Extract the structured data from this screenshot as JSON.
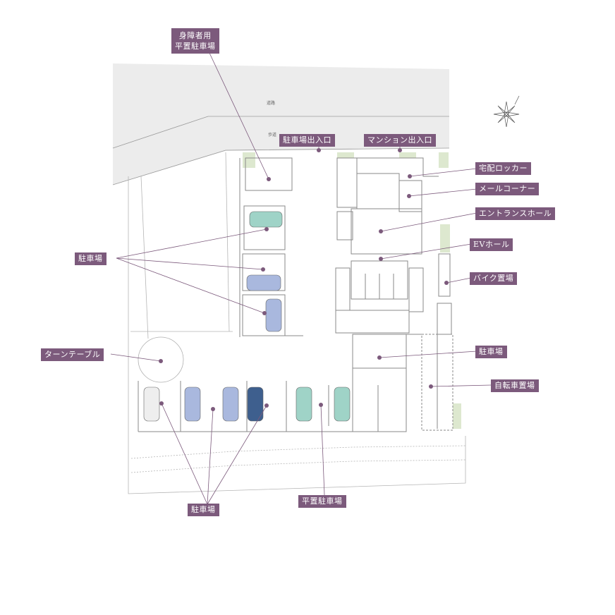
{
  "labels": {
    "accessible_parking_line1": "身障者用",
    "accessible_parking_line2": "平置駐車場",
    "parking_entrance": "駐車場出入口",
    "mansion_entrance": "マンション出入口",
    "delivery_locker": "宅配ロッカー",
    "mail_corner": "メールコーナー",
    "entrance_hall": "エントランスホール",
    "ev_hall": "EVホール",
    "bike_parking": "バイク置場",
    "parking_left": "駐車場",
    "parking_right": "駐車場",
    "turntable": "ターンテーブル",
    "bicycle_parking": "自転車置場",
    "parking_bottom": "駐車場",
    "flat_parking": "平置駐車場"
  },
  "road_labels": {
    "road": "道路",
    "sidewalk": "歩道"
  },
  "colors": {
    "label_bg": "#7c5a7c",
    "marker": "#7c5a7c",
    "road": "#ececec",
    "wall": "#8a8a8a",
    "green": "#dde8cf",
    "car_teal": "#9fd3c7",
    "car_blue": "#a9b8de",
    "car_navy": "#3e5f8e",
    "car_white": "#eeeeee"
  }
}
